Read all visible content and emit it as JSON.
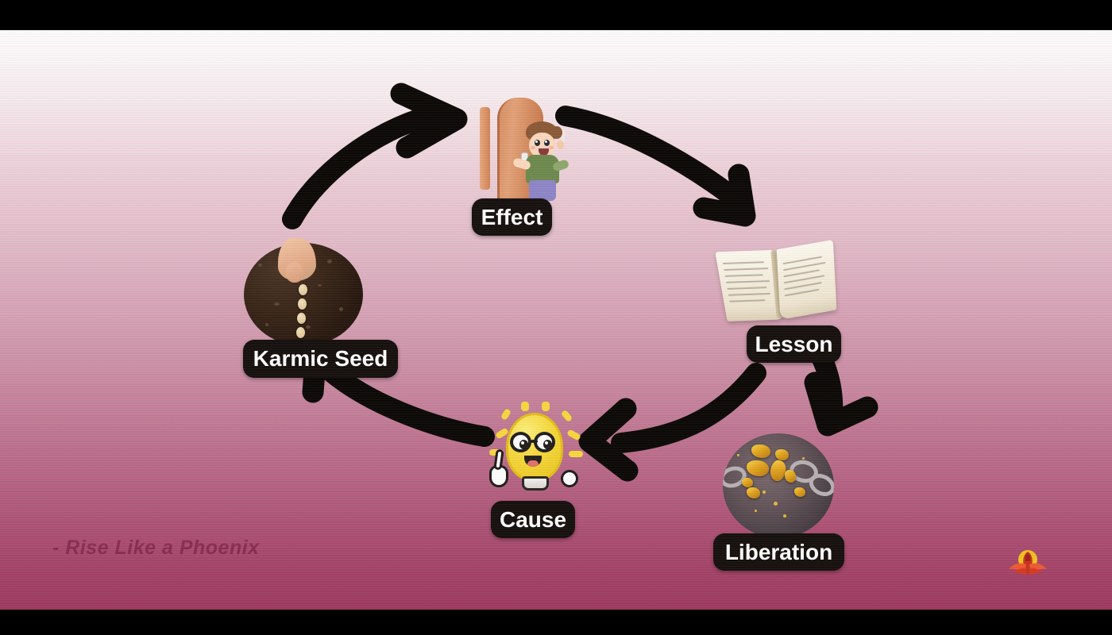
{
  "scene": {
    "title": "Karmic Cycle Diagram",
    "background_top_color": "#fdfcfc",
    "background_bottom_color": "#9e3a5f",
    "letterbox_color": "#000000",
    "arrow_color": "#0c0907",
    "pill_background": "#16100f",
    "pill_text_color": "#ffffff"
  },
  "nodes": [
    {
      "id": "karmic-seed",
      "label": "Karmic Seed",
      "icon": "hand-sowing-seeds-in-soil"
    },
    {
      "id": "effect",
      "label": "Effect",
      "icon": "open-door-with-person"
    },
    {
      "id": "lesson",
      "label": "Lesson",
      "icon": "open-book"
    },
    {
      "id": "liberation",
      "label": "Liberation",
      "icon": "broken-golden-chains"
    },
    {
      "id": "cause",
      "label": "Cause",
      "icon": "lightbulb-character-with-glasses"
    }
  ],
  "arrows": [
    {
      "from": "karmic-seed",
      "to": "effect"
    },
    {
      "from": "effect",
      "to": "lesson"
    },
    {
      "from": "lesson",
      "to": "liberation"
    },
    {
      "from": "liberation",
      "to": "cause"
    },
    {
      "from": "cause",
      "to": "karmic-seed"
    }
  ],
  "tagline": "- Rise Like a Phoenix",
  "logo": {
    "name": "phoenix-logo",
    "bird_color": "#e0452f",
    "wing_color": "#f0603c",
    "sun_color": "#f2c020"
  }
}
